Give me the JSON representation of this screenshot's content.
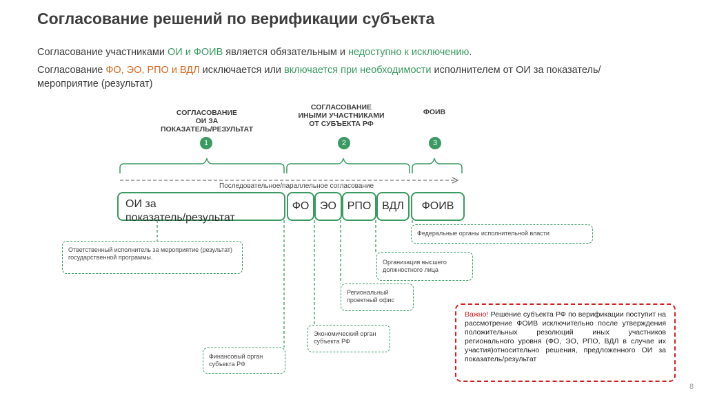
{
  "title": "Согласование решений по верификации субъекта",
  "para1": {
    "a": "Согласование участниками ",
    "b": "ОИ и ФОИВ",
    "c": " является обязательным и ",
    "d": "недоступно к исключению",
    "e": "."
  },
  "para2": {
    "a": "Согласование ",
    "b": "ФО, ЭО, РПО и ВДЛ",
    "c": " исключается или ",
    "d": "включается при необходимости",
    "e": " исполнителем от ОИ за показатель/мероприятие (результат)"
  },
  "phases": [
    {
      "num": "1",
      "l1": "СОГЛАСОВАНИЕ",
      "l2": "ОИ ЗА",
      "l3": "ПОКАЗАТЕЛЬ/РЕЗУЛЬТАТ"
    },
    {
      "num": "2",
      "l1": "СОГЛАСОВАНИЕ",
      "l2": "ИНЫМИ УЧАСТНИКАМИ",
      "l3": "ОТ СУБЪЕКТА РФ"
    },
    {
      "num": "3",
      "l1": "ФОИВ"
    }
  ],
  "seq_label": "Последовательное/параллельное согласование",
  "boxes": {
    "oi_l1": "ОИ за",
    "oi_l2": "показатель/результат",
    "fo": "ФО",
    "eo": "ЭО",
    "rpo": "РПО",
    "vdl": "ВДЛ",
    "foiv": "ФОИВ"
  },
  "notes": {
    "oi": "Ответственный исполнитель за мероприятие (результат) государственной программы.",
    "foiv": "Федеральные органы исполнительной власти",
    "vdl": "Организация высшего должностного лица",
    "rpo": "Региональный проектный офис",
    "eo": "Экономический орган субъекта РФ",
    "fo": "Финансовый орган субъекта РФ"
  },
  "warning": {
    "label": "Важно!",
    "text": " Решение субъекта РФ по верификации поступит на рассмотрение ФОИВ исключительно после утверждения положительных резолюций иных участников регионального уровня (ФО, ЭО, РПО, ВДЛ в случае их участия)относительно решения, предложенного ОИ за показатель/результат"
  },
  "page_number": "8",
  "colors": {
    "accent": "#3a9a61",
    "orange": "#d4681e",
    "warning": "#d42020"
  }
}
